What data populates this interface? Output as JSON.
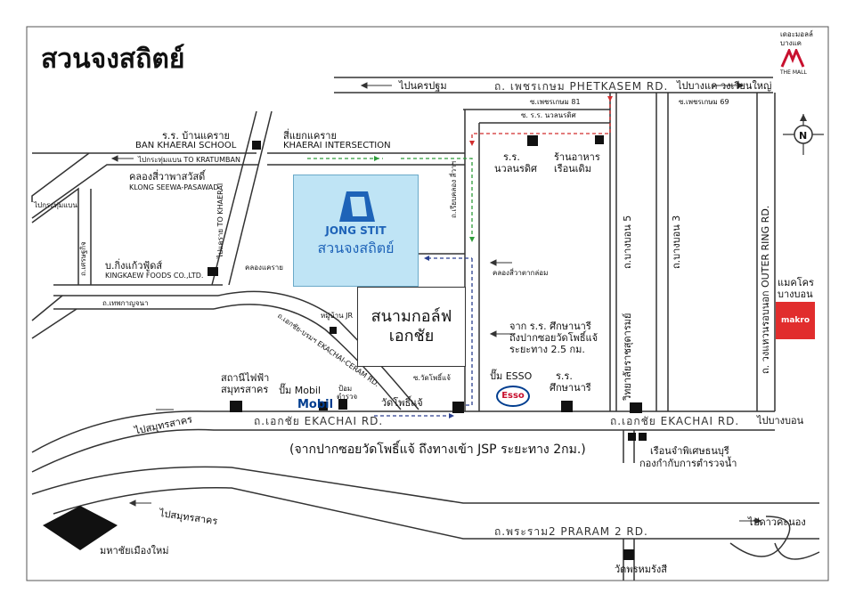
{
  "title": "สวนจงสถิตย์",
  "logo": {
    "brand": "JONG STIT",
    "name": "สวนจงสถิตย์"
  },
  "golf": {
    "line1": "สนามกอล์ฟ",
    "line2": "เอกชัย"
  },
  "roads": {
    "phetkasem": "ถ. เพชรเกษม PHETKASEM RD.",
    "to_nakhon_pathom": "ไปนครปฐม",
    "to_bangkhae": "ไปบางแค วงเวียนใหญ่",
    "ekachai": "ถ.เอกชัย EKACHAI RD.",
    "ekachai_right": "ถ.เอกชัย EKACHAI RD.",
    "to_samutsakhon": "ไปสมุทรสาคร",
    "to_bangbon": "ไปบางบอน",
    "to_samutsakhon2": "ไปสมุทรสาคร",
    "rama2": "ถ.พระราม2 PRARAM 2 RD.",
    "to_dao_khanong": "ไปดาวคะนอง",
    "outer_ring": "ถ. วงแหวนรอบนอก OUTER RING RD.",
    "bangbon5": "ถ.บางบอน 5",
    "bangbon3": "ถ.บางบอน 3",
    "witthayalai": "วิทยาลัยราชสุดารมย์",
    "kanchanaphisek_ekachai": "ถ.เอกชัย-บรมฯ EKACHAI-CERAM RD.",
    "thepkanchana": "ถ.เทพกาญจนา",
    "setthakit": "ถ.เศรษฐกิจ",
    "to_krathumbaen": "ไปกระทุ่มแบน",
    "to_kratumban_en": "ไปกระทุ่มแบน TO KRATUMBAN",
    "to_khaerai_v": "ไปแคราย TO KHAERAI",
    "phetkasem81": "ซ.เพชรเกษม 81",
    "phetkasem69": "ซ.เพชรเกษม 69",
    "soi_nuanrat": "ซ. ร.ร. นวลนรดิศ",
    "soi_wat_pho_chae": "ซ.วัดโพธิ์แจ้",
    "riab_khlong": "ถ.เรียบคลอง สี่วาฯ",
    "khlong_si_wa_label": "คลองสี่วาตากล่อม",
    "khlong_khae_rai": "คลองแคราย"
  },
  "places": {
    "ban_khaerai_school_th": "ร.ร. บ้านแคราย",
    "ban_khaerai_school_en": "BAN KHAERAI SCHOOL",
    "khaerai_intersection_th": "สี่แยกแคราย",
    "khaerai_intersection_en": "KHAERAI INTERSECTION",
    "klong_seewa_th": "คลองสี่วาพาสวัสดิ์",
    "klong_seewa_en": "KLONG SEEWA-PASAWAD",
    "kingkaew_th": "บ.กิ่งแก้วฟู้ดส์",
    "kingkaew_en": "KINGKAEW FOODS CO.,LTD.",
    "nuanrat_school_1": "ร.ร.",
    "nuanrat_school_2": "นวลนรดิศ",
    "restaurant_1": "ร้านอาหาร",
    "restaurant_2": "เรือนเดิม",
    "village_jr": "หมู่บ้าน JR",
    "from_school_1": "จาก ร.ร. ศึกษานารี",
    "from_school_2": "ถึงปากซอยวัดโพธิ์แจ้",
    "from_school_3": "ระยะทาง 2.5 กม.",
    "esso_pump": "ปั๊ม ESSO",
    "esso_logo": "Esso",
    "suksanari_1": "ร.ร.",
    "suksanari_2": "ศึกษานารี",
    "power_station_1": "สถานีไฟฟ้า",
    "power_station_2": "สมุทรสาคร",
    "mobil_pump": "ปั๊ม Mobil",
    "mobil_logo": "Mobil",
    "police_box_1": "ป้อม",
    "police_box_2": "ตำรวจ",
    "wat_pho_chae": "วัดโพธิ์แจ้",
    "distance_note": "(จากปากซอยวัดโพธิ์แจ้ ถึงทางเข้า JSP ระยะทาง 2กม.)",
    "prison_1": "เรือนจำพิเศษธนบุรี",
    "prison_2": "กองกำกับการตำรวจน้ำ",
    "makro_1": "แมคโคร",
    "makro_2": "บางบอน",
    "makro_logo": "makro",
    "mall_1": "เดอะมอลล์",
    "mall_2": "บางแค",
    "mall_logo_text": "THE MALL",
    "mahachai": "มหาชัยเมืองใหม่",
    "wat_phrom": "วัดพรหมรังสี"
  },
  "compass": {
    "north": "N"
  },
  "colors": {
    "logo_bg": "#bfe4f5",
    "route_blue": "#2a3f8f",
    "route_green": "#2e9c3a",
    "route_red": "#d22e2e",
    "makro_red": "#e12d2d"
  }
}
